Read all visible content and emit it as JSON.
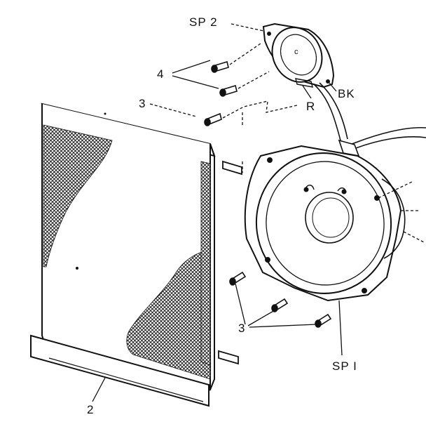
{
  "labels": {
    "sp2": "SP 2",
    "c": "c",
    "bk": "BK",
    "r": "R",
    "screw_top": "4",
    "screw_mid": "3",
    "screw_bottom": "3",
    "grille": "2",
    "sp1": "SP I"
  },
  "colors": {
    "ink": "#111111",
    "paper": "#ffffff"
  }
}
